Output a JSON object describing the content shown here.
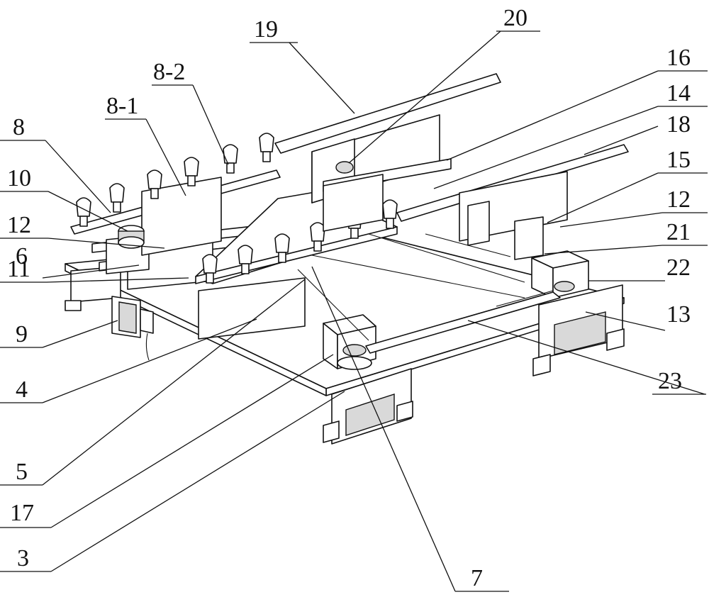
{
  "callouts": {
    "c19": "19",
    "c20": "20",
    "c16": "16",
    "c14": "14",
    "c18": "18",
    "c15": "15",
    "c12r": "12",
    "c21": "21",
    "c22": "22",
    "c13": "13",
    "c23": "23",
    "c7": "7",
    "c3": "3",
    "c17": "17",
    "c5": "5",
    "c4": "4",
    "c9": "9",
    "c11": "11",
    "c6": "6",
    "c12l": "12",
    "c10": "10",
    "c8": "8",
    "c8_1": "8-1",
    "c8_2": "8-2"
  }
}
